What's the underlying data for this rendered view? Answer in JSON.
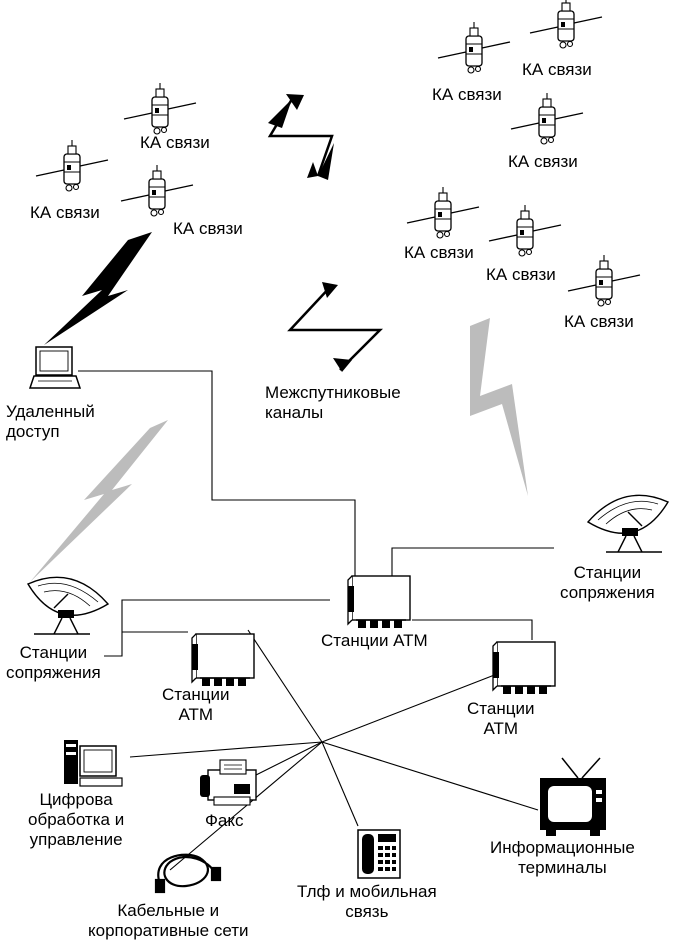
{
  "satellites": {
    "label": "КА связи"
  },
  "intersat_links": {
    "line1": "Межспутниковые",
    "line2": "каналы"
  },
  "remote_access": {
    "line1": "Удаленный",
    "line2": "доступ"
  },
  "gateway_right": {
    "line1": "Станции",
    "line2": "сопряжения"
  },
  "gateway_left": {
    "line1": "Станции",
    "line2": "сопряжения"
  },
  "atm_center": {
    "label": "Станции АТМ"
  },
  "atm_left": {
    "line1": "Станции",
    "line2": "АТМ"
  },
  "atm_right": {
    "line1": "Станции",
    "line2": "АТМ"
  },
  "digital_processing": {
    "line1": "Цифрова",
    "line2": "обработка и",
    "line3": "управление"
  },
  "fax": {
    "label": "Факс"
  },
  "info_terminals": {
    "line1": "Информационные",
    "line2": "терминалы"
  },
  "phone_mobile": {
    "line1": "Тлф и мобильная",
    "line2": "связь"
  },
  "cable_networks": {
    "line1": "Кабельные и",
    "line2": "корпоративные сети"
  }
}
